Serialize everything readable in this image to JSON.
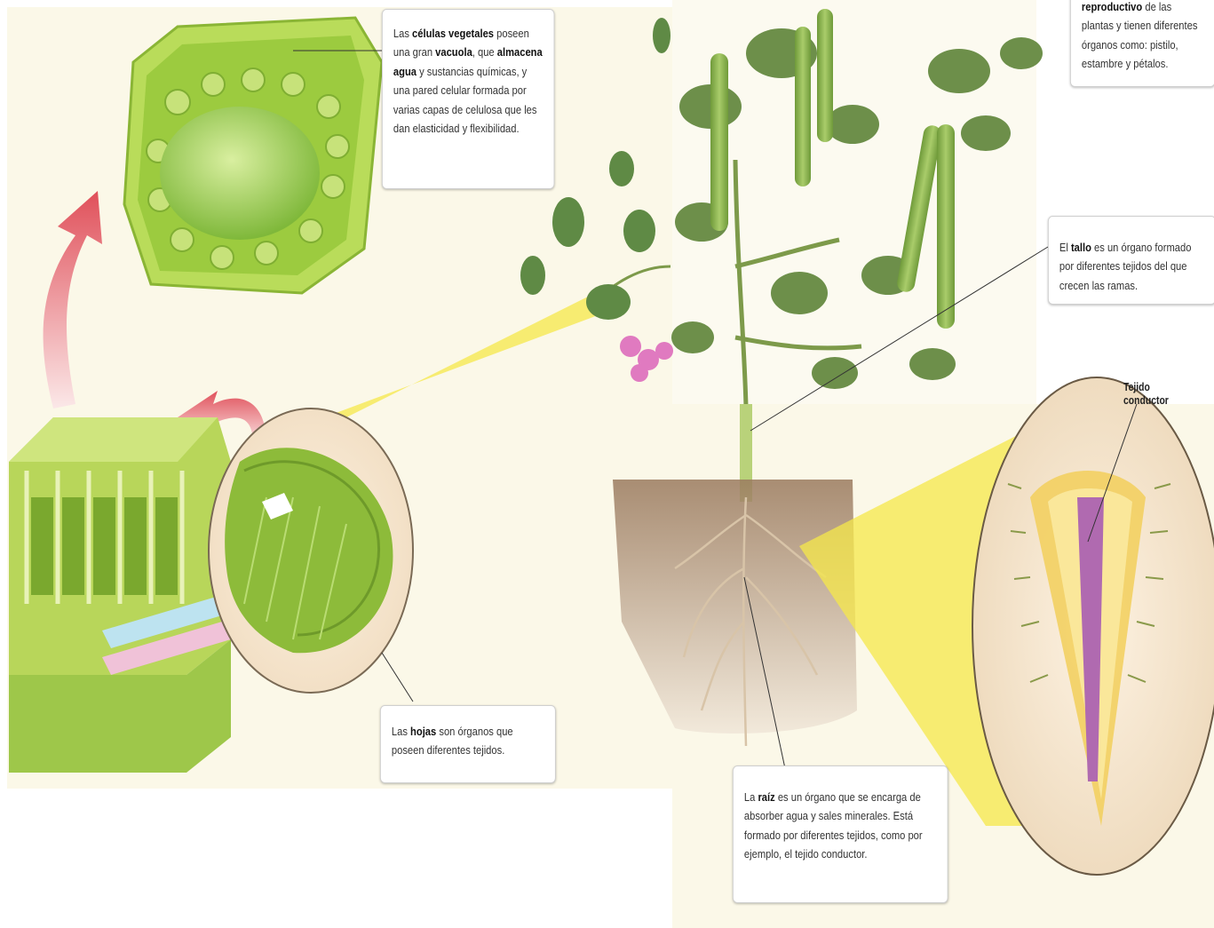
{
  "callouts": {
    "celulas": {
      "p1": "Las ",
      "b1": "células vegetales",
      "p2": " poseen una gran ",
      "b2": "vacuola",
      "p3": ", que ",
      "b3": "almacena agua",
      "p4": " y sustancias químicas, y una pared celular formada por varias capas de celulosa que les dan elasticidad y flexibilidad."
    },
    "flor": {
      "b1": "reproductivo",
      "p1": " de las plantas y tienen diferentes órganos como: pistilo, estambre y pétalos."
    },
    "tallo": {
      "p1": "El ",
      "b1": "tallo",
      "p2": " es un órgano formado por diferentes tejidos del que crecen las ramas."
    },
    "hojas": {
      "p1": "Las ",
      "b1": "hojas",
      "p2": " son órganos que poseen diferentes tejidos."
    },
    "raiz": {
      "p1": "La ",
      "b1": "raíz",
      "p2": " es un órgano que se encarga de absorber agua y sales minerales. Está formado por diferentes tejidos, como por ejemplo, el tejido conductor."
    }
  },
  "labels": {
    "tejido_conductor": "Tejido conductor"
  },
  "colors": {
    "background": "#fbf8e8",
    "leaf_green": "#8fbf3a",
    "cell_green": "#a8d04a",
    "arrow_red": "#e0505a",
    "spotlight_yellow": "#f5e84a",
    "root_tan": "#d8c4a8",
    "conductor_purple": "#b06ab0"
  }
}
